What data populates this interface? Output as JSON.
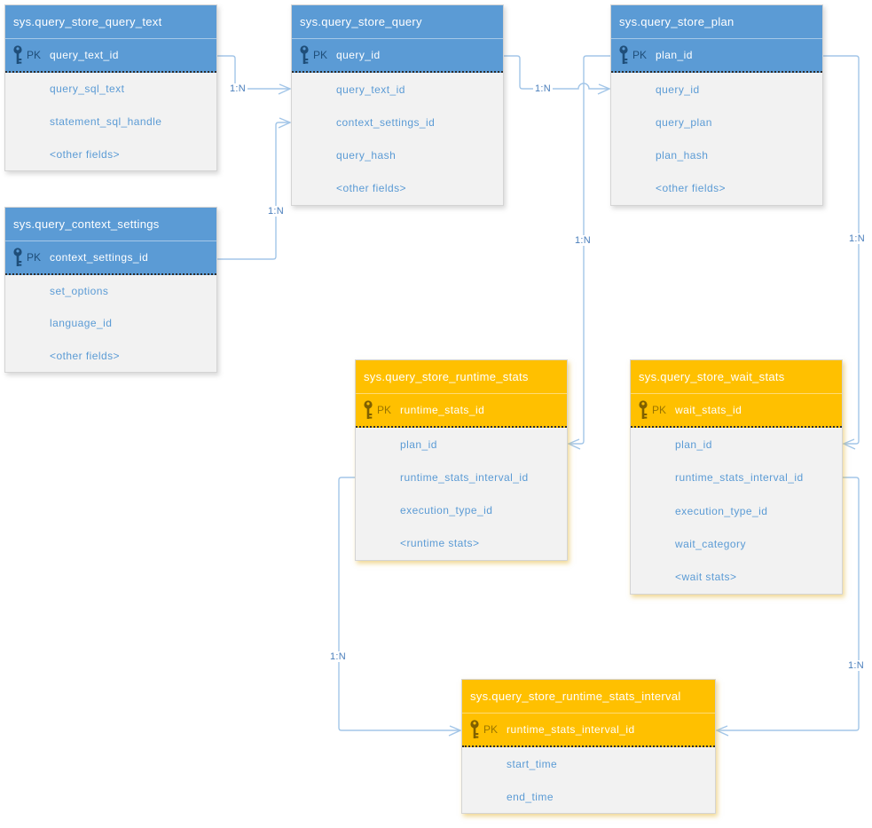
{
  "diagram": {
    "colors": {
      "blue_header": "#5b9bd5",
      "orange_header": "#ffc000",
      "body_background": "#f2f2f2",
      "field_text": "#5b9bd5",
      "pk_key_blue": "#1f4e79",
      "pk_key_orange": "#7f6000",
      "connector_line": "#a3c6e8",
      "relationship_label_text": "#4a7ebb"
    },
    "tables": {
      "query_text": {
        "title": "sys.query_store_query_text",
        "pk_label": "PK",
        "pk_field": "query_text_id",
        "fields": [
          "query_sql_text",
          "statement_sql_handle",
          "<other fields>"
        ]
      },
      "query": {
        "title": "sys.query_store_query",
        "pk_label": "PK",
        "pk_field": "query_id",
        "fields": [
          "query_text_id",
          "context_settings_id",
          "query_hash",
          "<other fields>"
        ]
      },
      "plan": {
        "title": "sys.query_store_plan",
        "pk_label": "PK",
        "pk_field": "plan_id",
        "fields": [
          "query_id",
          "query_plan",
          "plan_hash",
          "<other fields>"
        ]
      },
      "context_settings": {
        "title": "sys.query_context_settings",
        "pk_label": "PK",
        "pk_field": "context_settings_id",
        "fields": [
          "set_options",
          "language_id",
          "<other fields>"
        ]
      },
      "runtime_stats": {
        "title": "sys.query_store_runtime_stats",
        "pk_label": "PK",
        "pk_field": "runtime_stats_id",
        "fields": [
          "plan_id",
          "runtime_stats_interval_id",
          "execution_type_id",
          "<runtime stats>"
        ]
      },
      "wait_stats": {
        "title": "sys.query_store_wait_stats",
        "pk_label": "PK",
        "pk_field": "wait_stats_id",
        "fields": [
          "plan_id",
          "runtime_stats_interval_id",
          "execution_type_id",
          "wait_category",
          "<wait stats>"
        ]
      },
      "interval": {
        "title": "sys.query_store_runtime_stats_interval",
        "pk_label": "PK",
        "pk_field": "runtime_stats_interval_id",
        "fields": [
          "start_time",
          "end_time"
        ]
      }
    },
    "relationships": [
      {
        "from": "sys.query_store_query_text.query_text_id",
        "to": "sys.query_store_query.query_text_id",
        "label": "1:N"
      },
      {
        "from": "sys.query_context_settings.context_settings_id",
        "to": "sys.query_store_query.context_settings_id",
        "label": "1:N"
      },
      {
        "from": "sys.query_store_query.query_id",
        "to": "sys.query_store_plan.query_id",
        "label": "1:N"
      },
      {
        "from": "sys.query_store_plan.plan_id",
        "to": "sys.query_store_runtime_stats.plan_id",
        "label": "1:N"
      },
      {
        "from": "sys.query_store_plan.plan_id",
        "to": "sys.query_store_wait_stats.plan_id",
        "label": "1:N"
      },
      {
        "from": "sys.query_store_runtime_stats.runtime_stats_interval_id",
        "to": "sys.query_store_runtime_stats_interval.runtime_stats_interval_id",
        "label": "1:N"
      },
      {
        "from": "sys.query_store_wait_stats.runtime_stats_interval_id",
        "to": "sys.query_store_runtime_stats_interval.runtime_stats_interval_id",
        "label": "1:N"
      }
    ]
  }
}
